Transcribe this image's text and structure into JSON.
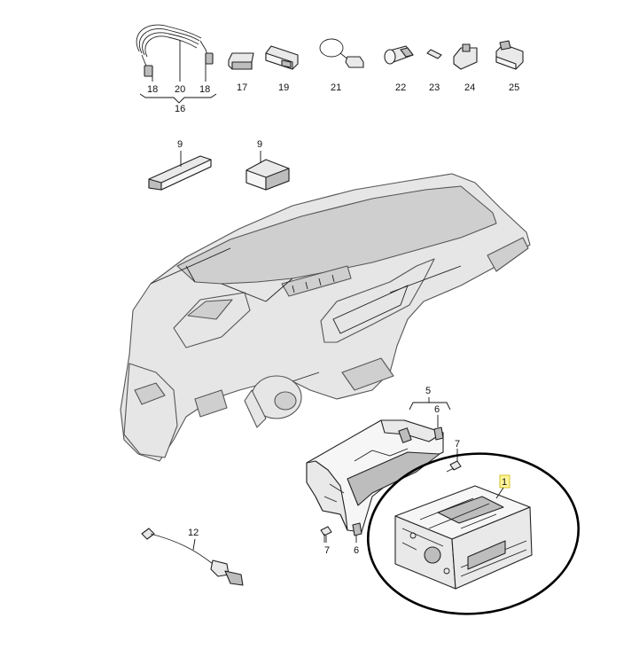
{
  "labels": {
    "p1": "1",
    "p5": "5",
    "p6a": "6",
    "p6b": "6",
    "p7a": "7",
    "p7b": "7",
    "p9a": "9",
    "p9b": "9",
    "p12": "12",
    "p16": "16",
    "p17": "17",
    "p18a": "18",
    "p18b": "18",
    "p19": "19",
    "p20": "20",
    "p21": "21",
    "p22": "22",
    "p23": "23",
    "p24": "24",
    "p25": "25"
  },
  "highlight": {
    "part": "1",
    "color": "#fff59a"
  }
}
